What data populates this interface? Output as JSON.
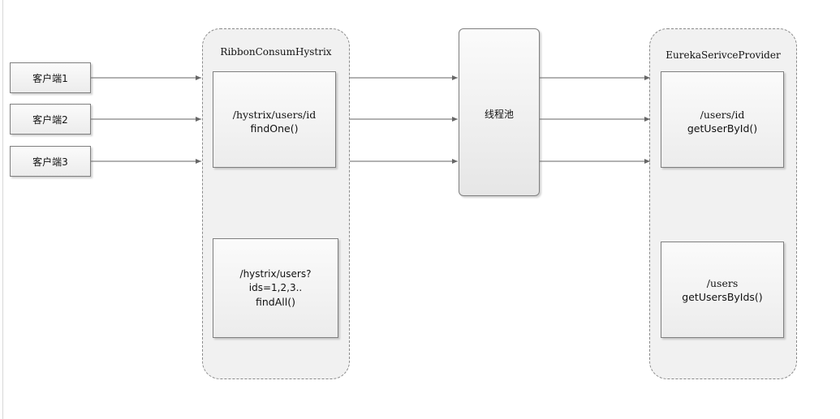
{
  "clients": [
    {
      "label": "客户端1"
    },
    {
      "label": "客户端2"
    },
    {
      "label": "客户端3"
    }
  ],
  "consumer": {
    "title": "RibbonConsumHystrix",
    "endpoints": [
      {
        "path": "/hystrix/users/id",
        "method": "findOne()"
      },
      {
        "path": "/hystrix/users?ids=1,2,3..",
        "method": "findAll()"
      }
    ]
  },
  "thread_pool": {
    "label": "线程池"
  },
  "provider": {
    "title": "EurekaSerivceProvider",
    "endpoints": [
      {
        "path": "/users/id",
        "method": "getUserById()"
      },
      {
        "path": "/users",
        "method": "getUsersByIds()"
      }
    ]
  },
  "colors": {
    "line": "#666666",
    "container_fill": "#f1f1f1",
    "container_border": "#8a8a8a",
    "box_border": "#7f7f7f"
  }
}
